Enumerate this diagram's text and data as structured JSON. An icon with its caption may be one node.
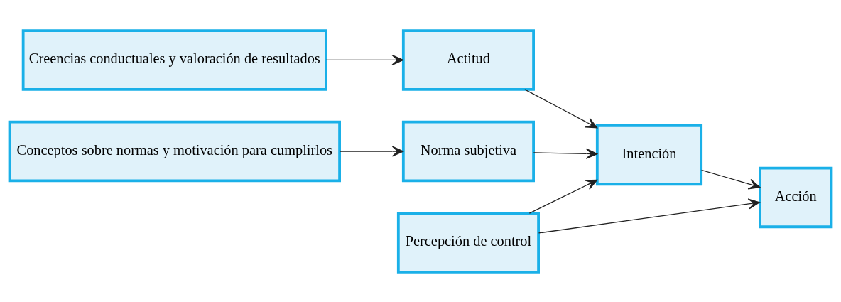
{
  "diagram": {
    "nodes": [
      {
        "text": [
          "Creencias conductuales y valoración de resultados"
        ]
      },
      {
        "text": [
          "Actitud"
        ]
      },
      {
        "text": [
          "Conceptos sobre normas y motivación para cumplirlos"
        ]
      },
      {
        "text": [
          "Norma subjetiva"
        ]
      },
      {
        "text": [
          "Percepción de control"
        ]
      },
      {
        "text": [
          "Intención"
        ]
      },
      {
        "text": [
          "Acción"
        ]
      }
    ],
    "edges": [
      {
        "from": 0,
        "to": 1,
        "arrow": "to"
      },
      {
        "from": 1,
        "to": 5,
        "arrow": "to"
      },
      {
        "from": 2,
        "to": 3,
        "arrow": "to"
      },
      {
        "from": 3,
        "to": 5,
        "arrow": "to"
      },
      {
        "from": 4,
        "to": 5,
        "arrow": "to"
      },
      {
        "from": 4,
        "to": 6,
        "arrow": "to"
      },
      {
        "from": 5,
        "to": 6,
        "arrow": "to"
      }
    ]
  }
}
